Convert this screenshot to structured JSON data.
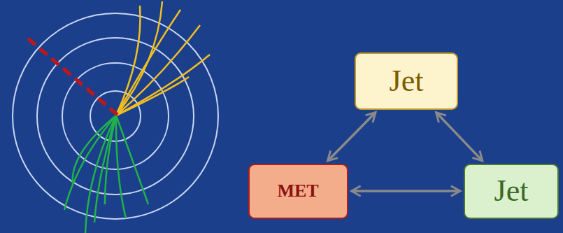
{
  "diagram": {
    "nodes": [
      {
        "text": [
          "Jet"
        ]
      },
      {
        "text": [
          "MET"
        ]
      },
      {
        "text": [
          "Jet"
        ]
      }
    ],
    "edges": [
      {
        "from": 1,
        "to": 0,
        "arrow": "both"
      },
      {
        "from": 0,
        "to": 2,
        "arrow": "both"
      },
      {
        "from": 1,
        "to": 2,
        "arrow": "both"
      }
    ]
  }
}
